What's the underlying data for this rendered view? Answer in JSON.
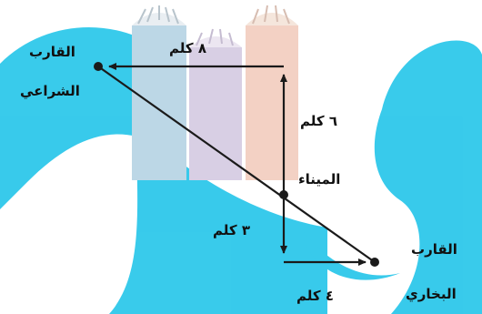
{
  "labels": {
    "sailboat_line1": "القارب",
    "sailboat_line2": "الشراعي",
    "steamboat_line1": "القارب",
    "steamboat_line2": "البخاري",
    "port": "الميناء",
    "dist_8km": "٨ كلم",
    "dist_6km": "٦ كلم",
    "dist_3km": "٣ كلم",
    "dist_4km": "٤ كلم"
  },
  "colors": {
    "watermark": "#2ec8ea",
    "tower_blue": "#bcd7e6",
    "tower_purple": "#d8cfe4",
    "tower_peach": "#f3d1c4",
    "line": "#1a1a1a"
  }
}
